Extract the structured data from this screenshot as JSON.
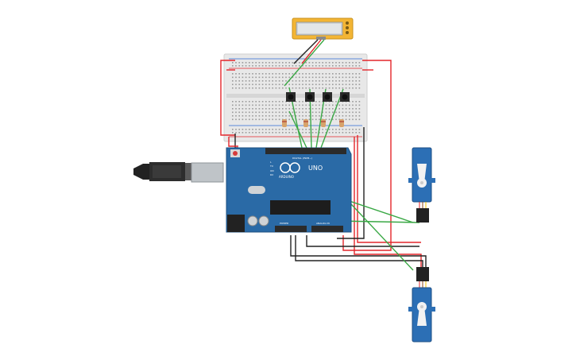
{
  "board": {
    "brand": "ARDUINO",
    "model": "UNO",
    "digital_header_label": "DIGITAL (PWM~)",
    "power_header_label": "POWER",
    "analog_header_label": "ANALOG IN",
    "on_label": "ON",
    "tx_label": "TX",
    "rx_label": "RX",
    "l_label": "L"
  },
  "components": [
    {
      "name": "breadboard",
      "label": ""
    },
    {
      "name": "potentiometer-slider",
      "label": ""
    },
    {
      "name": "push-button-1",
      "label": ""
    },
    {
      "name": "push-button-2",
      "label": ""
    },
    {
      "name": "push-button-3",
      "label": ""
    },
    {
      "name": "push-button-4",
      "label": ""
    },
    {
      "name": "servo-top",
      "label": ""
    },
    {
      "name": "servo-bottom",
      "label": ""
    }
  ],
  "colors": {
    "wire_red": "#e3262b",
    "wire_black": "#222222",
    "wire_green": "#3aa845",
    "board_blue": "#2a6aa6",
    "servo_blue": "#2c6fb5",
    "breadboard": "#e9e9e9",
    "slider_body": "#f3b534"
  }
}
